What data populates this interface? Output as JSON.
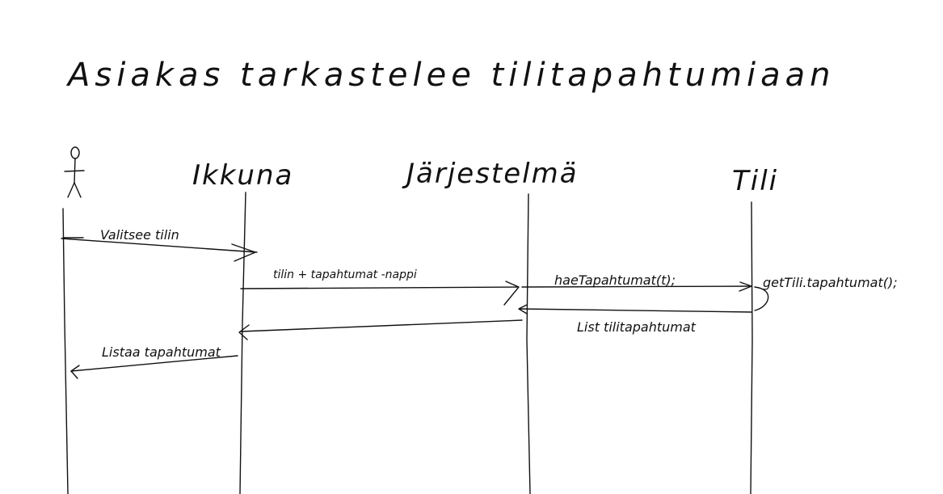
{
  "title": "Asiakas tarkastelee tilitapahtumiaan",
  "participants": {
    "actor": "",
    "window": "Ikkuna",
    "system": "Järjestelmä",
    "account": "Tili"
  },
  "messages": {
    "selects_account": "Valitsee tilin",
    "account_events_button": "tilin + tapahtumat -nappi",
    "get_events": "haeTapahtumat(t);",
    "get_account_events": "getTili.tapahtumat();",
    "return_list": "List tilitapahtumat",
    "list_events": "Listaa tapahtumat"
  },
  "colors": {
    "ink": "#111111",
    "paper": "#ffffff"
  }
}
